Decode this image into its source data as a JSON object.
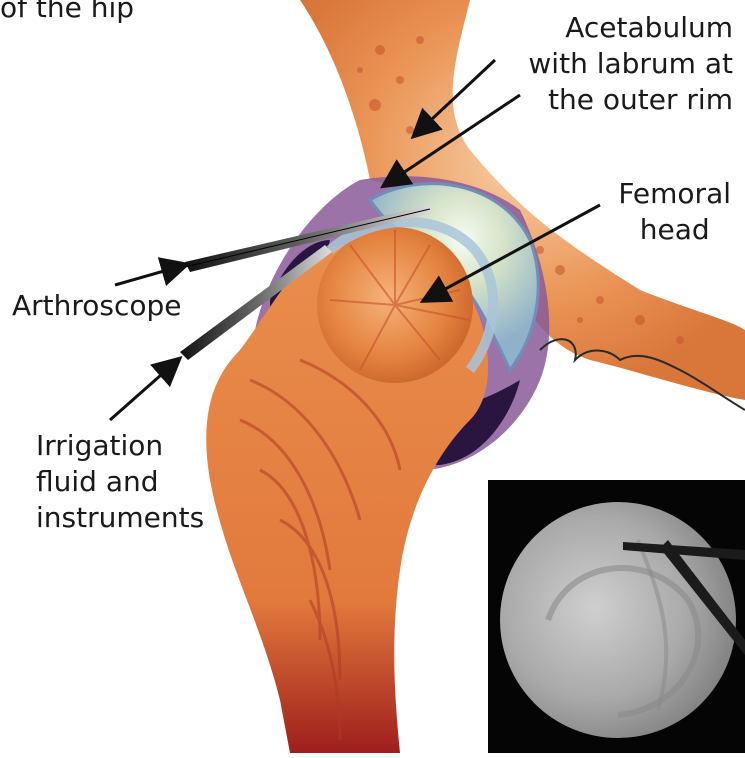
{
  "labels": {
    "hip_top": "of the hip",
    "acetabulum": [
      "Acetabulum",
      "with labrum at",
      "the outer rim"
    ],
    "femoral_head": [
      "Femoral",
      "head"
    ],
    "arthroscope": "Arthroscope",
    "irrigation": [
      "Irrigation",
      "fluid and",
      "instruments"
    ]
  },
  "colors": {
    "bone_orange": "#e8894a",
    "bone_light": "#f6c49a",
    "marrow_red": "#b23a2a",
    "cartilage_blue": "#a9c4d8",
    "capsule_purple": "#7a4a8a",
    "dark_cavity": "#2a1440"
  }
}
